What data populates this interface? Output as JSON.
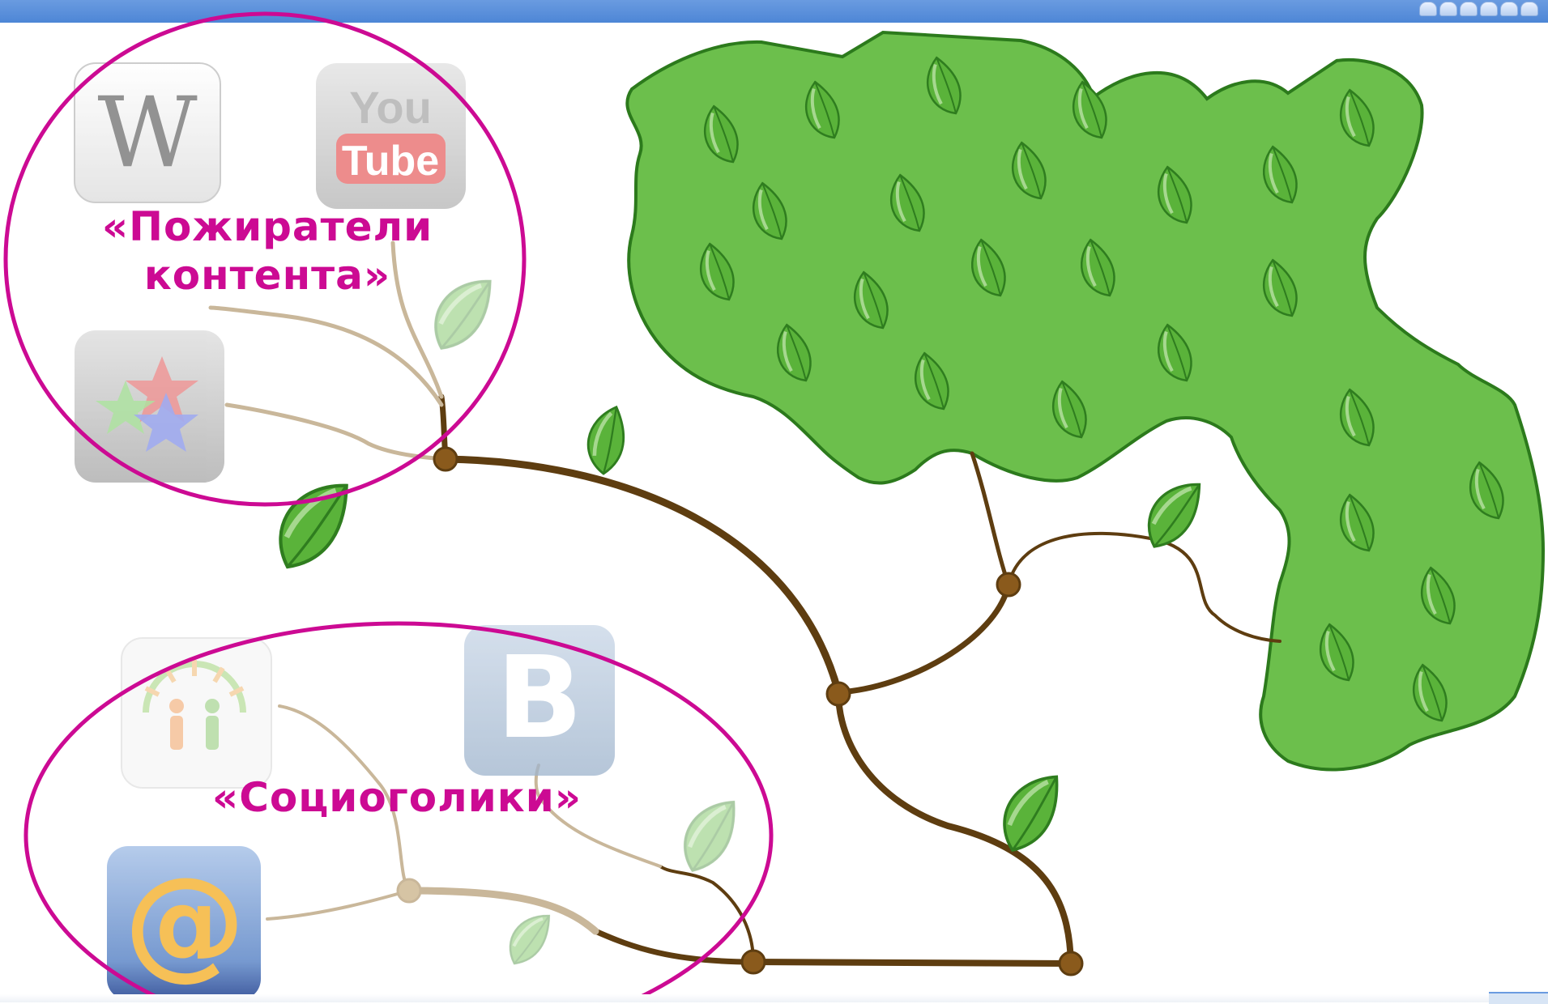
{
  "captions": {
    "content_eaters": [
      "«Пожиратели",
      "контента»"
    ],
    "sociogolics": "«Социоголики»"
  },
  "icons": {
    "wikipedia": "W",
    "youtube_top": "You",
    "youtube_bottom": "Tube",
    "vkontakte": "B",
    "mailru": "@"
  },
  "colors": {
    "accent_magenta": "#cc0a93",
    "branch_brown": "#5e3d10",
    "faded_branch": "#c9b79a",
    "canopy_green": "#6cbf4c",
    "top_bar_blue": "#4d86d6"
  },
  "nav_dot_count": 6
}
